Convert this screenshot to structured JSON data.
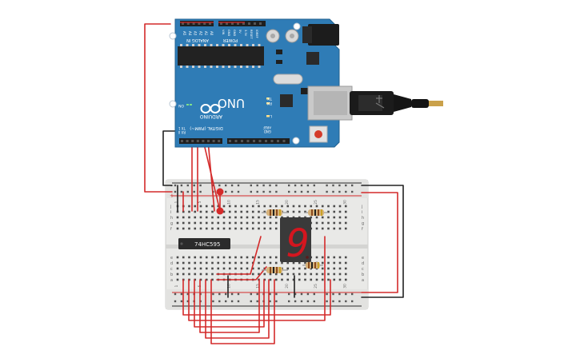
{
  "board": {
    "brand": "ARDUINO",
    "model": "UNO",
    "header_analog": "ANALOG IN",
    "header_power": "POWER",
    "header_digital": "DIGITAL (PWM~)",
    "analog_pins": [
      "A5",
      "A4",
      "A3",
      "A2",
      "A1",
      "A0"
    ],
    "power_pins": [
      "VIN",
      "GND",
      "GND",
      "5V",
      "3.3V",
      "RESET",
      "IOREF"
    ],
    "led_on": "ON",
    "led_tx": "TX",
    "led_rx": "RX",
    "led_l": "L",
    "aref": "AREF",
    "gnd": "GND",
    "rx0": "RX 0",
    "tx1": "TX 1",
    "colors": {
      "pcb": "#2f7cb6",
      "pcb_dark": "#23628f",
      "chip": "#222222"
    }
  },
  "chip": {
    "label": "74HC595"
  },
  "display": {
    "digit": "9",
    "color": "#d4161f"
  },
  "breadboard": {
    "column_numbers": [
      "1",
      "5",
      "10",
      "15",
      "20",
      "25",
      "30"
    ],
    "row_letters_top": [
      "j",
      "i",
      "h",
      "g",
      "f"
    ],
    "row_letters_bottom": [
      "e",
      "d",
      "c",
      "b",
      "a"
    ],
    "rail_plus": "+",
    "rail_minus": "-"
  },
  "wires": {
    "signal_color": "#d42a2a",
    "ground_color": "#222222"
  }
}
